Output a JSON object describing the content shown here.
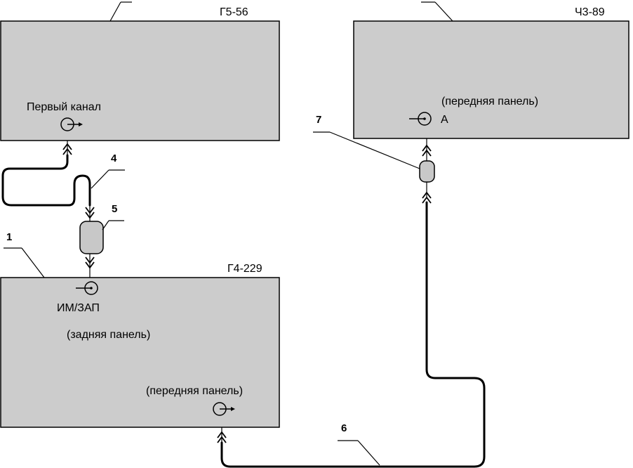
{
  "devices": {
    "g5_56": {
      "name": "Г5-56",
      "port_label": "Первый канал"
    },
    "ch3_89": {
      "name": "Ч3-89",
      "panel_label": "(передняя панель)",
      "port_label": "А"
    },
    "g4_229": {
      "name": "Г4-229",
      "port_rear_label": "ИМ/ЗАП",
      "rear_panel_label": "(задняя панель)",
      "front_panel_label": "(передняя панель)"
    }
  },
  "callouts": {
    "n1": "1",
    "n4": "4",
    "n5": "5",
    "n6": "6",
    "n7": "7"
  }
}
